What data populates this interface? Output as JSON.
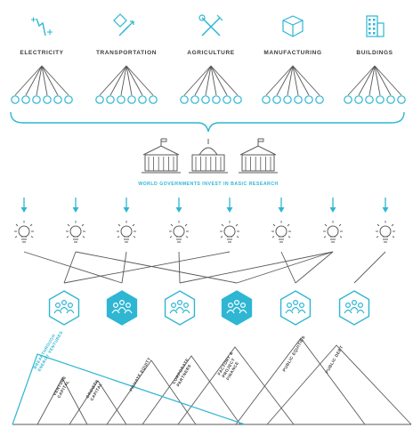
{
  "sectors": [
    {
      "label": "ELECTRICITY",
      "icon": "electricity-icon"
    },
    {
      "label": "TRANSPORTATION",
      "icon": "transportation-icon"
    },
    {
      "label": "AGRICULTURE",
      "icon": "agriculture-icon"
    },
    {
      "label": "MANUFACTURING",
      "icon": "manufacturing-icon"
    },
    {
      "label": "BUILDINGS",
      "icon": "buildings-icon"
    }
  ],
  "government_caption": "WORLD GOVERNMENTS INVEST IN BASIC RESEARCH",
  "team_icons": [
    {
      "name": "team-1",
      "filled": false
    },
    {
      "name": "team-2",
      "filled": true
    },
    {
      "name": "team-3",
      "filled": false
    },
    {
      "name": "team-4",
      "filled": true
    },
    {
      "name": "team-5",
      "filled": false
    },
    {
      "name": "team-6",
      "filled": false
    }
  ],
  "funding_stages": [
    {
      "lines": [
        "BREAKTHROUGH",
        "ENERGY VENTURES"
      ],
      "highlight": true
    },
    {
      "lines": [
        "VENTURE",
        "CAPITAL"
      ],
      "highlight": false
    },
    {
      "lines": [
        "GROWTH",
        "CAPITAL"
      ],
      "highlight": false
    },
    {
      "lines": [
        "PRIVATE EQUITY"
      ],
      "highlight": false
    },
    {
      "lines": [
        "CORPORATE",
        "PARTNERS"
      ],
      "highlight": false
    },
    {
      "lines": [
        "FACTORY &",
        "PROJECT",
        "FINANCE"
      ],
      "highlight": false
    },
    {
      "lines": [
        "PUBLIC EQUITIES"
      ],
      "highlight": false
    },
    {
      "lines": [
        "PUBLIC DEBT"
      ],
      "highlight": false
    }
  ],
  "colors": {
    "accent": "#2eb6d3",
    "line": "#5a5a5a",
    "text": "#3a3a3a"
  }
}
